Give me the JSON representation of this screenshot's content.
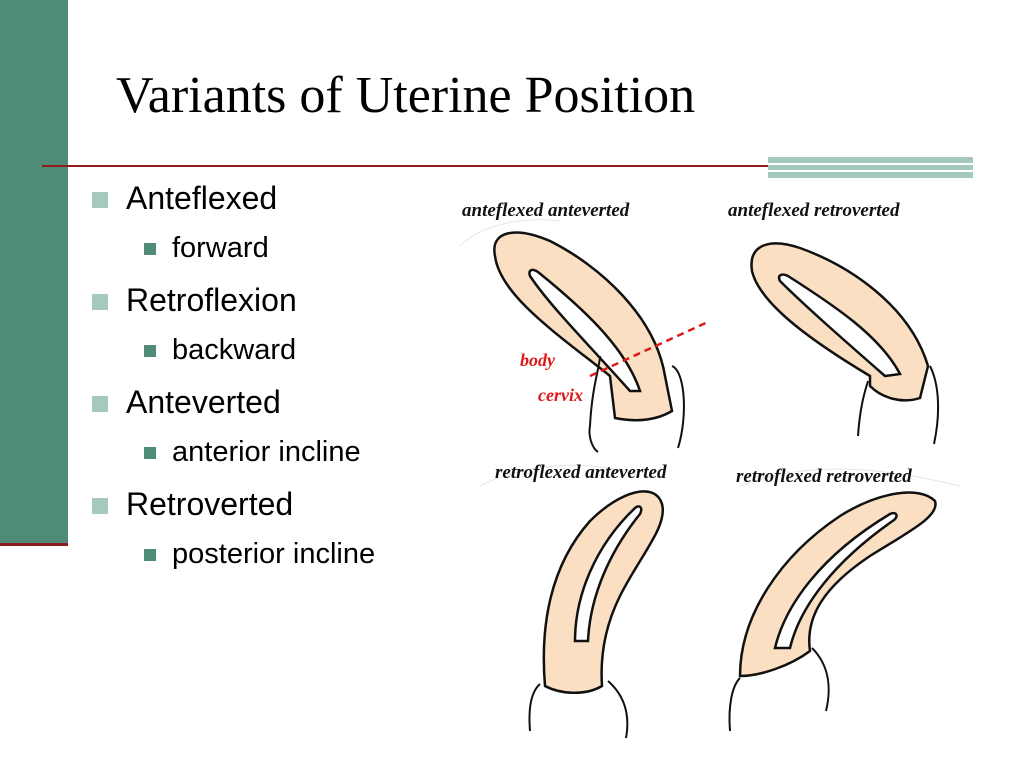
{
  "slide": {
    "title": "Variants of Uterine Position",
    "colors": {
      "bar": "#4f8c77",
      "rule": "#8e1e1e",
      "bullet1": "#a6c9bd",
      "bullet2": "#4f8c77",
      "tissue": "#fadfc2",
      "annotation": "#e01818"
    },
    "bullets": [
      {
        "text": "Anteflexed",
        "sub": "forward"
      },
      {
        "text": "Retroflexion",
        "sub": "backward"
      },
      {
        "text": "Anteverted",
        "sub": "anterior incline"
      },
      {
        "text": "Retroverted",
        "sub": "posterior incline"
      }
    ]
  },
  "figure": {
    "panels": [
      {
        "label": "anteflexed anteverted"
      },
      {
        "label": "anteflexed retroverted"
      },
      {
        "label": "retroflexed anteverted"
      },
      {
        "label": "retroflexed retroverted"
      }
    ],
    "annotations": {
      "body": "body",
      "cervix": "cervix"
    }
  }
}
